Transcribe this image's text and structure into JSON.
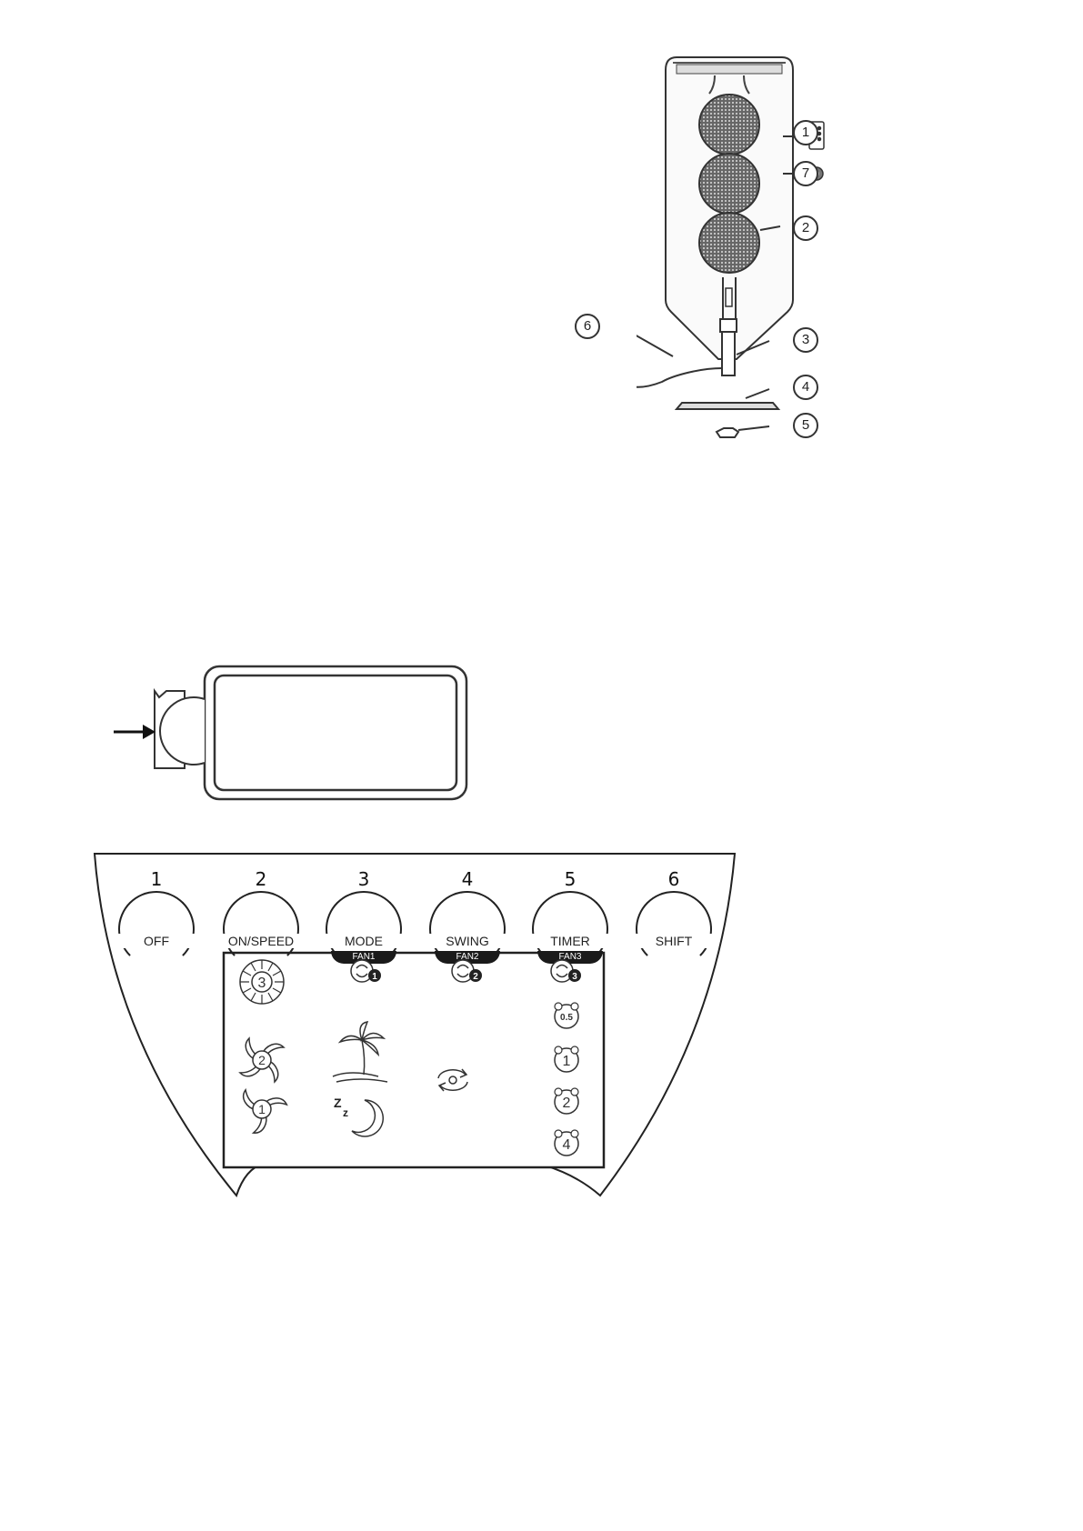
{
  "fan_diagram": {
    "callouts": [
      {
        "id": "callout-1",
        "label": "1",
        "part": "remote-control"
      },
      {
        "id": "callout-7",
        "label": "7",
        "part": "battery"
      },
      {
        "id": "callout-2",
        "label": "2",
        "part": "fan-body"
      },
      {
        "id": "callout-6",
        "label": "6",
        "part": "power-cord"
      },
      {
        "id": "callout-3",
        "label": "3",
        "part": "stand-column"
      },
      {
        "id": "callout-4",
        "label": "4",
        "part": "base-plate"
      },
      {
        "id": "callout-5",
        "label": "5",
        "part": "base-nut"
      }
    ]
  },
  "battery_diagram": {
    "arrow_icon": "arrow-right-icon"
  },
  "control_panel": {
    "buttons": [
      {
        "number": "1",
        "label": "OFF",
        "sublabel": ""
      },
      {
        "number": "2",
        "label": "ON/SPEED",
        "sublabel": ""
      },
      {
        "number": "3",
        "label": "MODE",
        "sublabel": "FAN1"
      },
      {
        "number": "4",
        "label": "SWING",
        "sublabel": "FAN2"
      },
      {
        "number": "5",
        "label": "TIMER",
        "sublabel": "FAN3"
      },
      {
        "number": "6",
        "label": "SHIFT",
        "sublabel": ""
      }
    ],
    "display": {
      "fan_select_icons": [
        "1",
        "2",
        "3"
      ],
      "speed_icons": [
        "3",
        "2",
        "1"
      ],
      "mode_icons": [
        "palm-tree-icon",
        "sleep-moon-icon"
      ],
      "swing_icon": "swing-rotate-icon",
      "timer_icons": [
        "0.5",
        "1",
        "2",
        "4"
      ]
    }
  }
}
